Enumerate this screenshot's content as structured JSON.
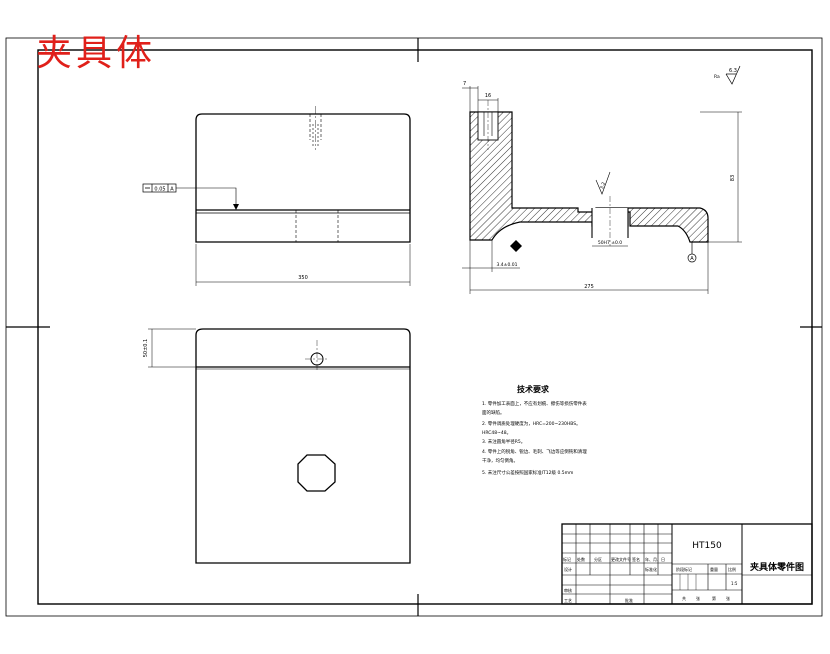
{
  "stamp": "夹具体",
  "surface_roughness": "6.3",
  "roughness_top_note": "Ra",
  "front_view": {
    "width_dim": "350",
    "flatness_frame": [
      "0.05",
      "A"
    ]
  },
  "top_view": {
    "depth_dim": "50±0.1"
  },
  "side_view": {
    "top_dim_left": "7",
    "top_dim_right": "16",
    "height_dim": "83",
    "length_dim": "275",
    "base_tol_dim": "3.4±0.01",
    "hole_dim": "50H7 ±0.0",
    "roughness_small": "3.2",
    "datum": "A"
  },
  "tech_req": {
    "title": "技术要求",
    "lines": [
      "1. 零件加工表面上，不应有划痕、擦伤等损伤零件表",
      "面的缺陷。",
      "2. 零件调质处理硬度为，HRC=200~230HBS。",
      "HRC48~48。",
      "3. 未注圆角半径R5。",
      "4. 零件上的锐角、锐边、毛刺、飞边等应倒钝和清理",
      "干净，均匀倒角。",
      "5. 未注尺寸公差按照国家标准IT12级 0.5mm"
    ]
  },
  "title_block": {
    "material": "HT150",
    "part_name": "夹具体零件图",
    "row_labels": [
      "标记",
      "处数",
      "分区",
      "更改文件号",
      "签名",
      "年、月、日"
    ],
    "row_small": [
      "设计",
      "审核",
      "工艺"
    ],
    "standard": "标准化",
    "approve": "批准",
    "stage_labels": [
      "阶段标记",
      "重量",
      "比例"
    ],
    "scale": "1:5",
    "sheet_info": [
      "共",
      "张",
      "第",
      "张"
    ]
  }
}
